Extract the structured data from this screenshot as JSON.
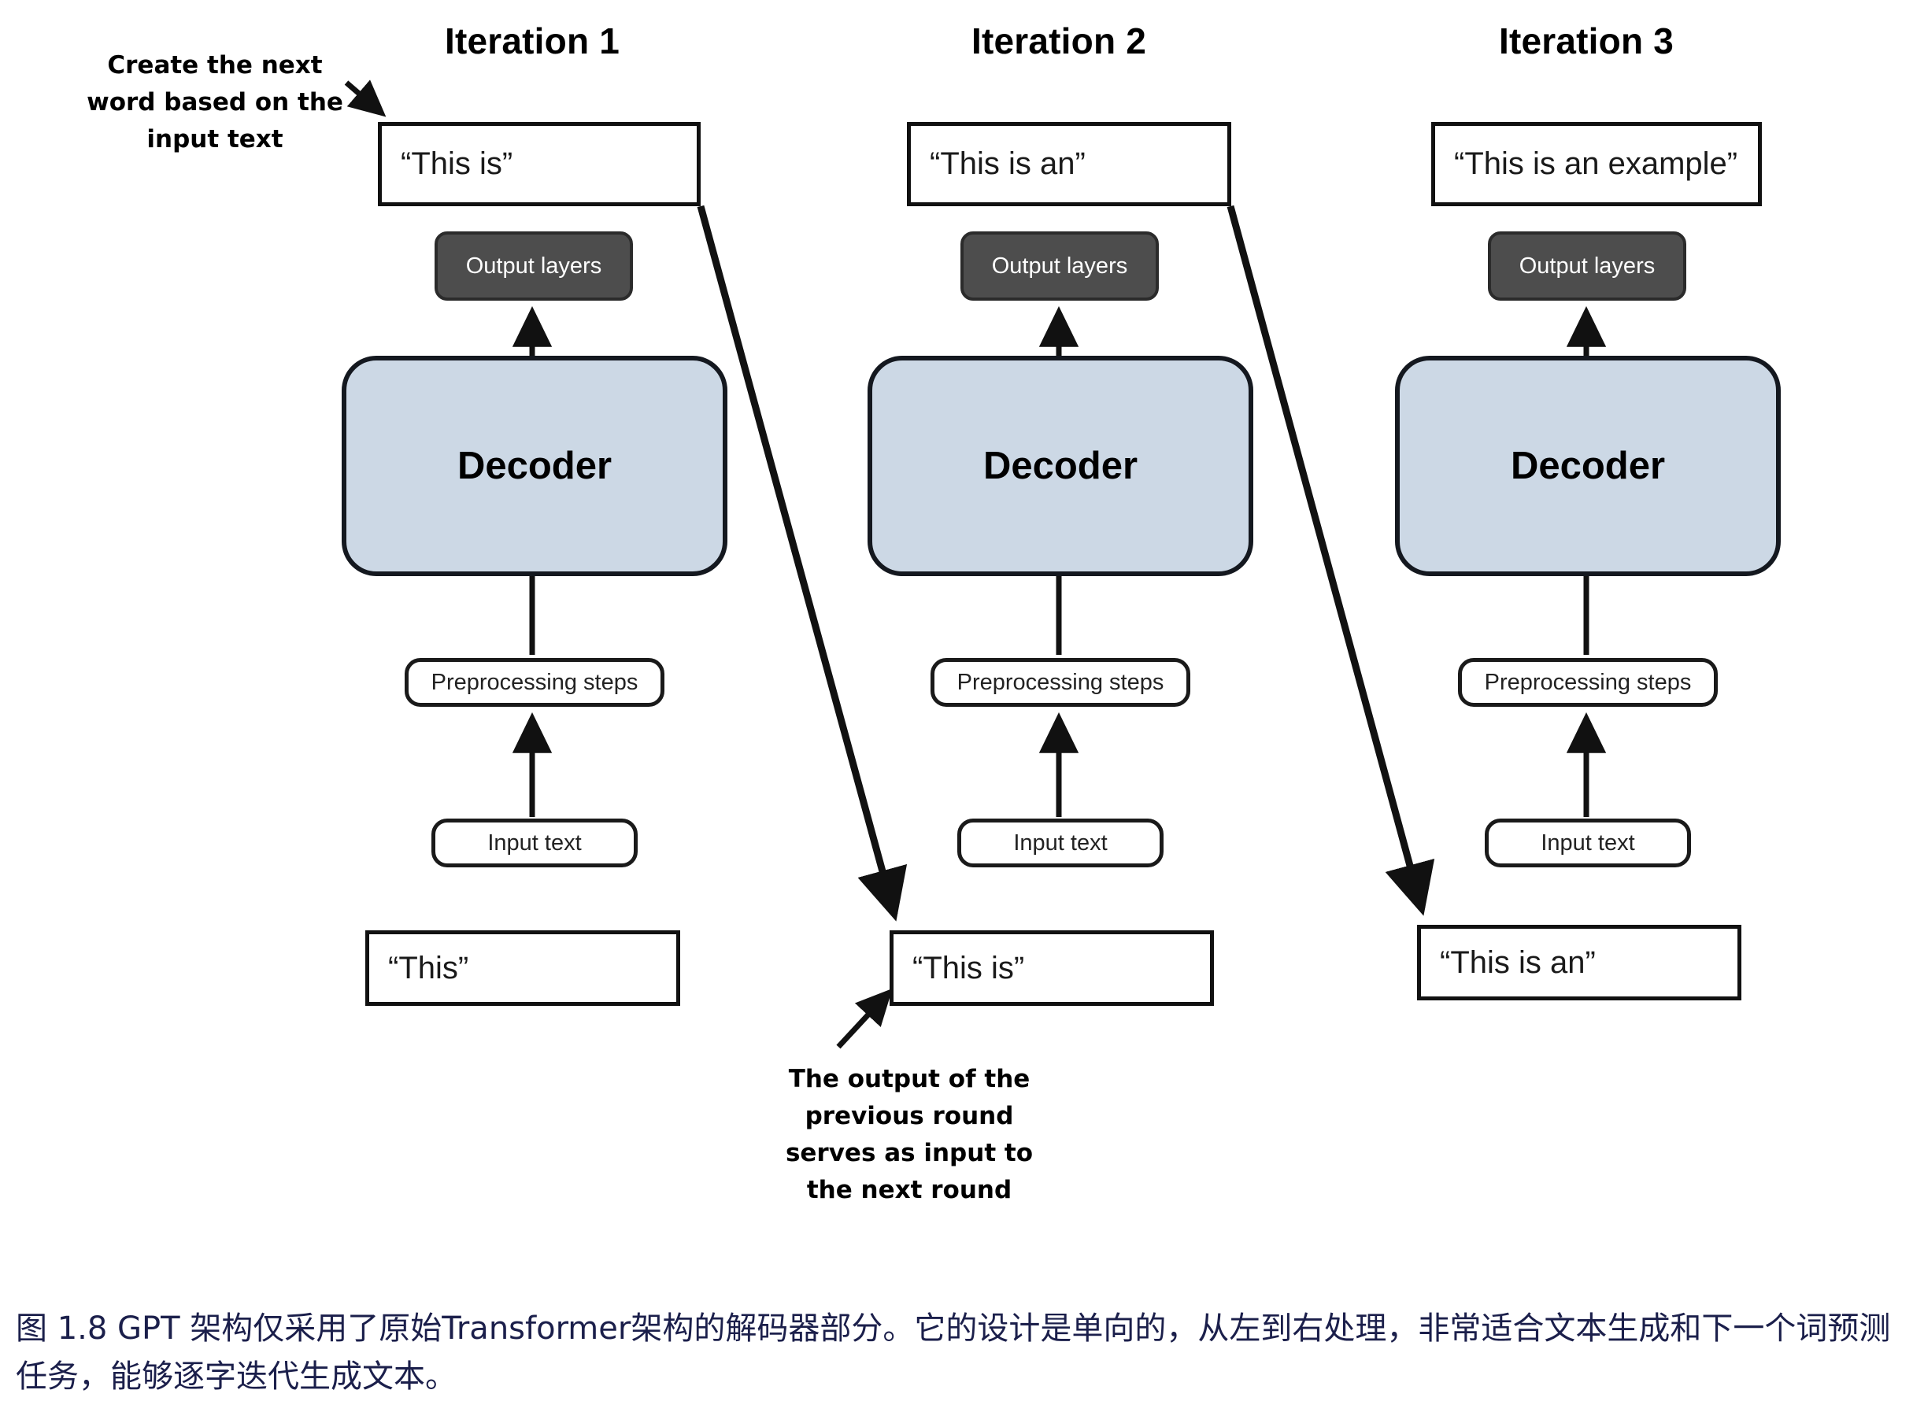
{
  "figure": {
    "caption": "图 1.8  GPT 架构仅采用了原始Transformer架构的解码器部分。它的设计是单向的，从左到右处理，非常适合文本生成和下一个词预测任务，能够逐字迭代生成文本。",
    "caption_color": "#1b1f4b"
  },
  "annotations": {
    "top_left": "Create the next word based on the input text",
    "top_left_lines": [
      "Create the next",
      "word based on the",
      "input text"
    ],
    "bottom": "The output of the previous round serves as input to the next round",
    "bottom_lines": [
      "The output of the",
      "previous round",
      "serves as input to",
      "the next round"
    ]
  },
  "colors": {
    "decoder_fill": "#ccd8e5",
    "output_layers_fill": "#4d4d4d",
    "stroke": "#111111",
    "box_fill": "#ffffff"
  },
  "shared_labels": {
    "output_layers": "Output layers",
    "decoder": "Decoder",
    "preprocessing": "Preprocessing steps",
    "input_text": "Input text"
  },
  "columns": [
    {
      "title": "Iteration 1",
      "output_text": "“This is”",
      "output_layers": "Output layers",
      "decoder": "Decoder",
      "preprocessing": "Preprocessing steps",
      "input_text": "Input text",
      "input_sentence": "“This”"
    },
    {
      "title": "Iteration 2",
      "output_text": "“This is an”",
      "output_layers": "Output layers",
      "decoder": "Decoder",
      "preprocessing": "Preprocessing steps",
      "input_text": "Input text",
      "input_sentence": "“This is”"
    },
    {
      "title": "Iteration 3",
      "output_text": "“This is an example”",
      "output_layers": "Output layers",
      "decoder": "Decoder",
      "preprocessing": "Preprocessing steps",
      "input_text": "Input text",
      "input_sentence": "“This is an”"
    }
  ]
}
